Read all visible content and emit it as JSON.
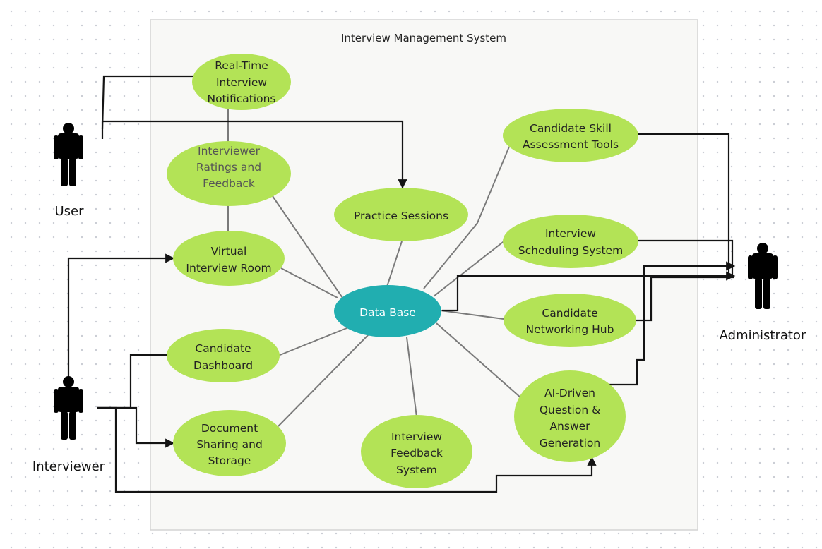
{
  "system": {
    "title": "Interview Management System"
  },
  "actors": {
    "user": "User",
    "interviewer": "Interviewer",
    "administrator": "Administrator"
  },
  "database": {
    "label": "Data Base"
  },
  "use_cases": {
    "notifications": [
      "Real-Time",
      "Interview",
      "Notifications"
    ],
    "ratings": [
      "Interviewer",
      "Ratings and",
      "Feedback"
    ],
    "virtual_room": [
      "Virtual",
      "Interview Room"
    ],
    "candidate_dashboard": [
      "Candidate",
      "Dashboard"
    ],
    "document_sharing": [
      "Document",
      "Sharing and",
      "Storage"
    ],
    "practice_sessions": [
      "Practice Sessions"
    ],
    "feedback_system": [
      "Interview",
      "Feedback",
      "System"
    ],
    "skill_assessment": [
      "Candidate Skill",
      "Assessment Tools"
    ],
    "scheduling": [
      "Interview",
      "Scheduling System"
    ],
    "networking_hub": [
      "Candidate",
      "Networking Hub"
    ],
    "ai_qa": [
      "AI-Driven",
      "Question &",
      "Answer",
      "Generation"
    ]
  },
  "colors": {
    "use_case_fill": "#b3e356",
    "database_fill": "#21aeb0",
    "boundary_fill": "#f8f8f6",
    "connector": "#141414",
    "association": "#7a7a7a"
  },
  "icons": {
    "actor": "person-icon"
  }
}
